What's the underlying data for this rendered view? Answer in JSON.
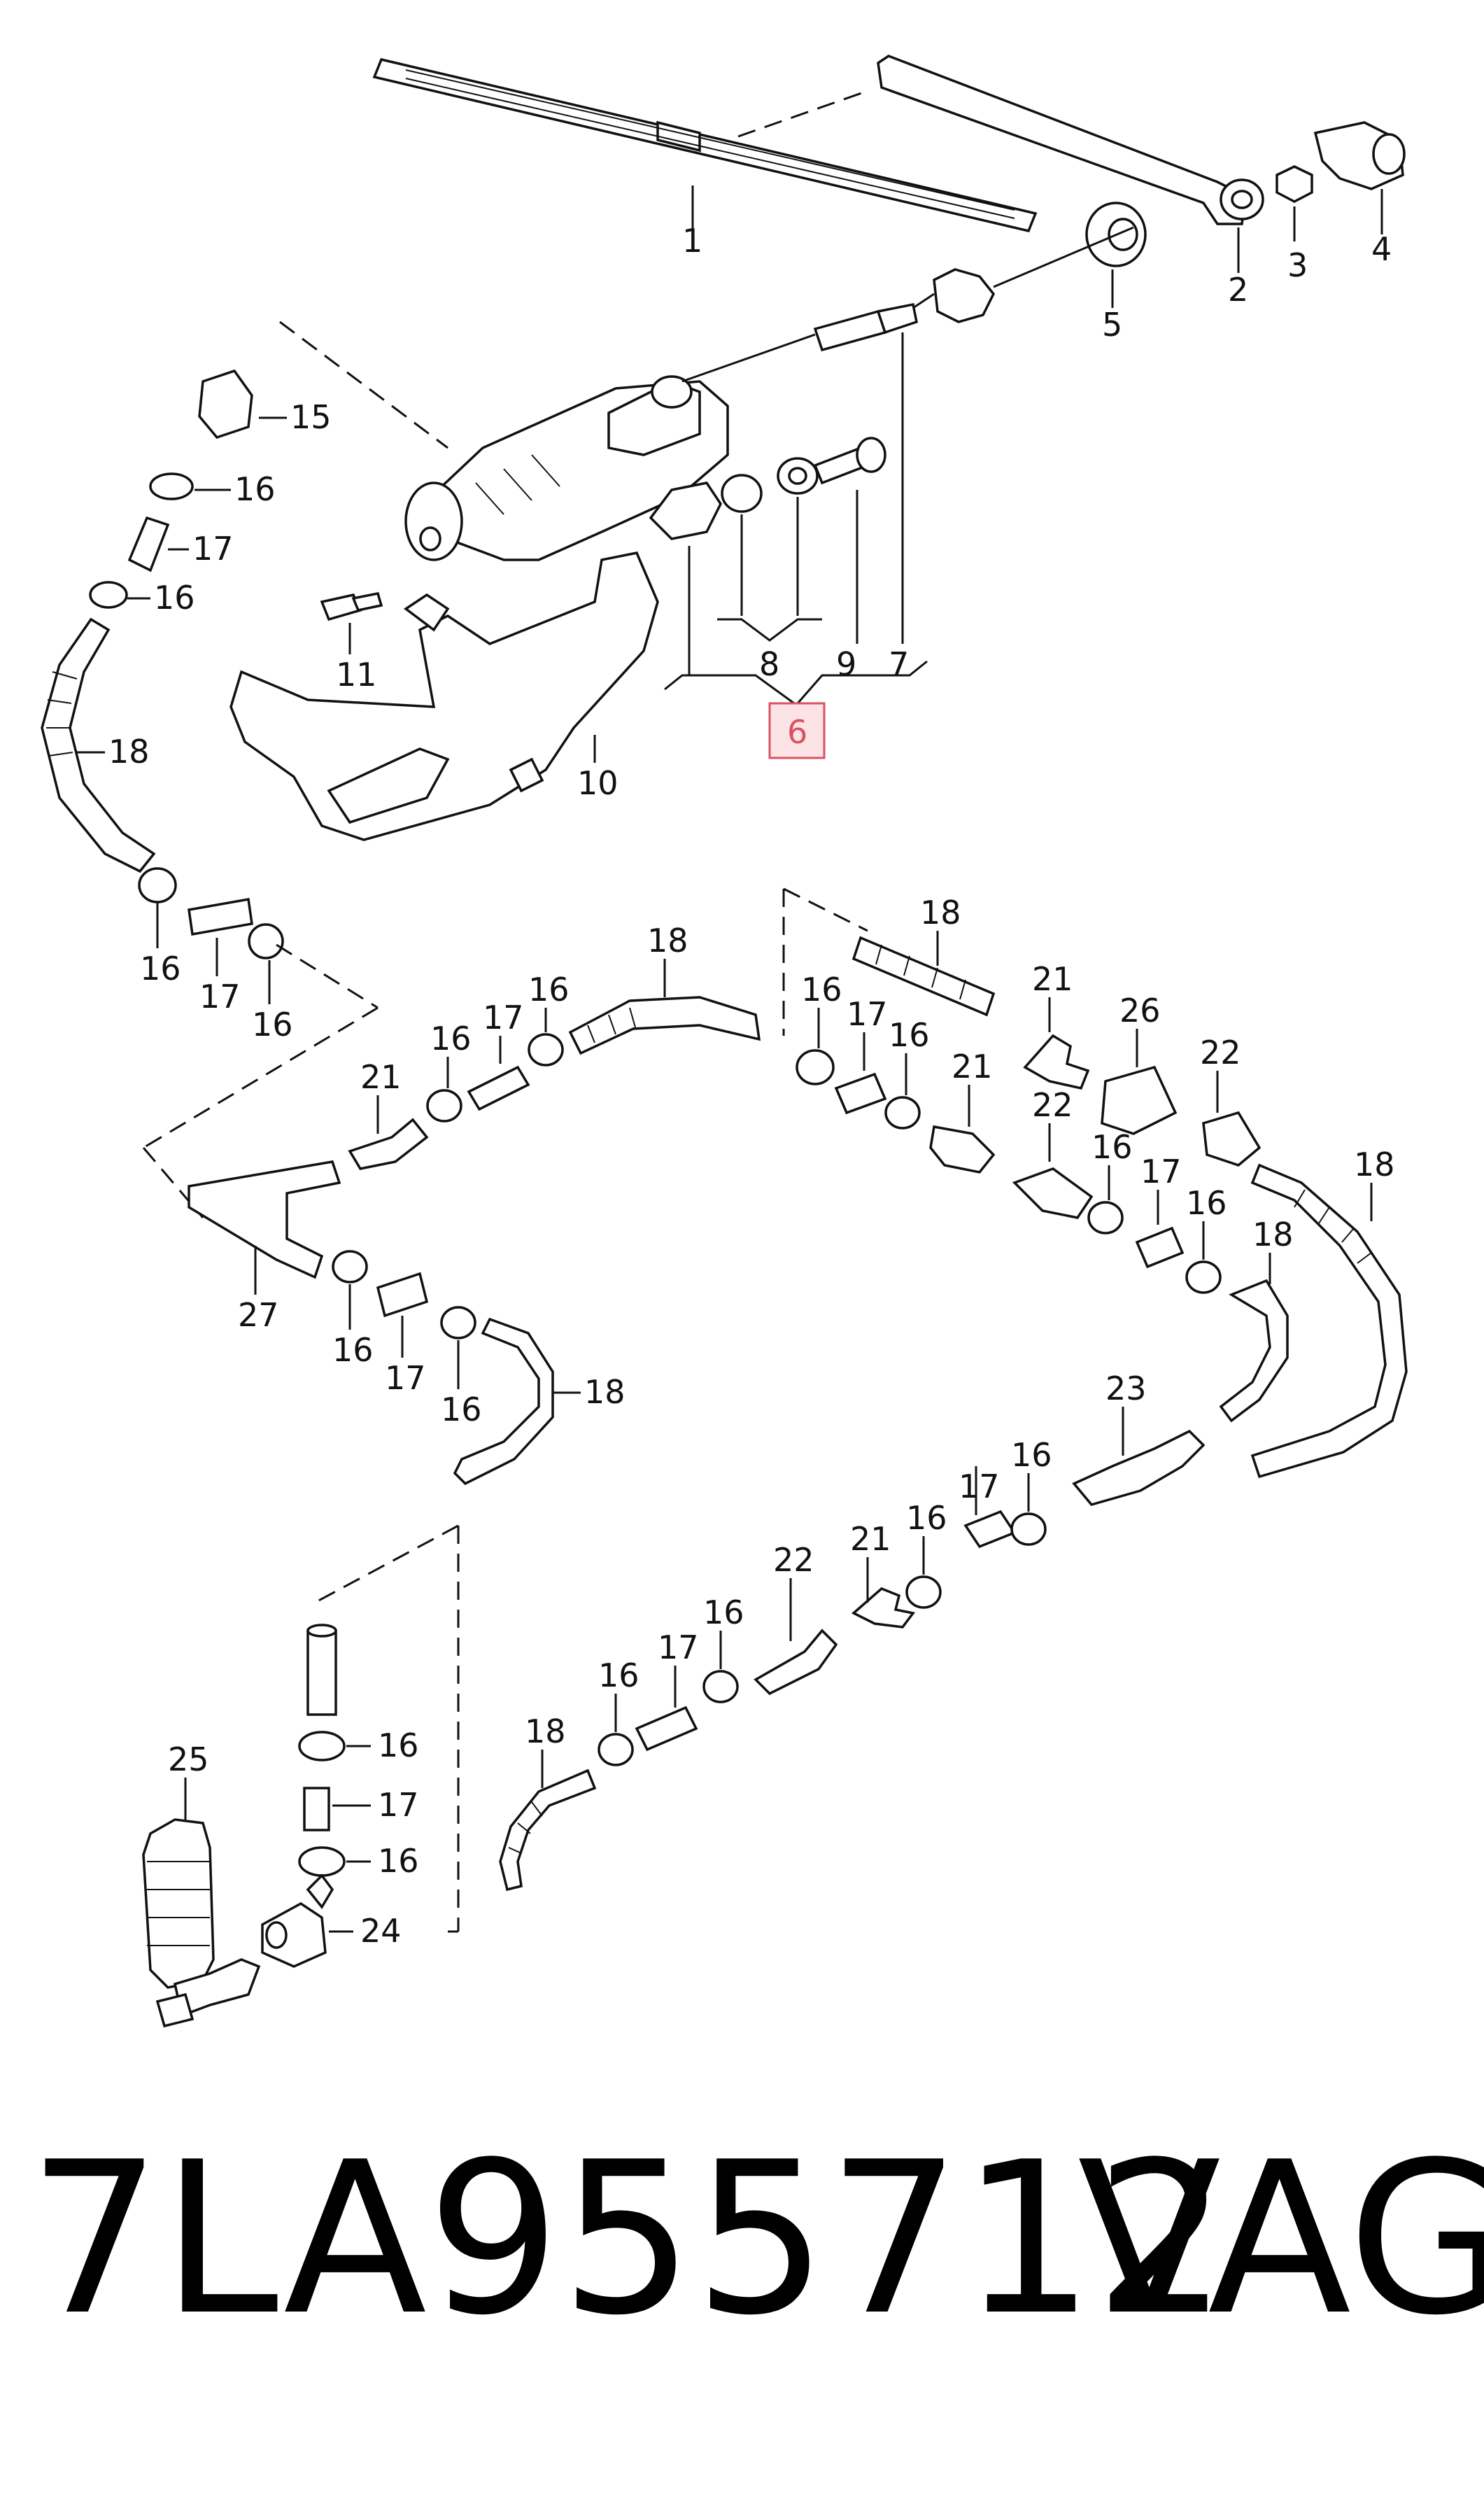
{
  "diagram": {
    "callouts": [
      "1",
      "2",
      "3",
      "4",
      "5",
      "6",
      "7",
      "8",
      "9",
      "10",
      "11",
      "15",
      "16",
      "17",
      "18",
      "21",
      "22",
      "23",
      "24",
      "25",
      "26",
      "27"
    ],
    "highlighted_callout": "6",
    "highlight_color": "#d9535f",
    "highlight_fill": "#fbe3e6"
  },
  "caption": {
    "part_number": "7LA955712",
    "brand": "VAG"
  }
}
